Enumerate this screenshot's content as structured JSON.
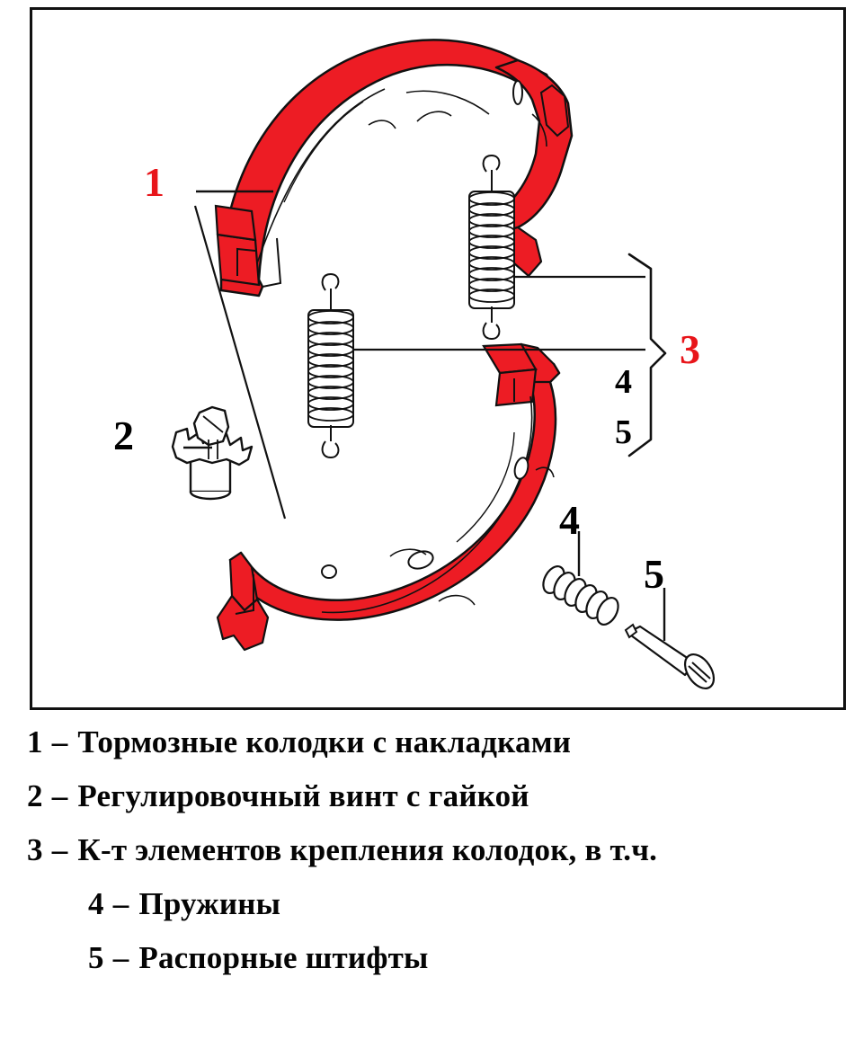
{
  "figure": {
    "title_alt": "Exploded view of drum brake shoe kit",
    "frame_border_color": "#111111",
    "part_fill_color": "#ed1c24",
    "outline_color": "#111111",
    "callouts": [
      {
        "id": "1",
        "label": "1",
        "color": "#e8151a",
        "points_to": "brake-shoes"
      },
      {
        "id": "2",
        "label": "2",
        "color": "#000000",
        "points_to": "adjuster-screw"
      },
      {
        "id": "3",
        "label": "3",
        "color": "#e8151a",
        "points_to": "mounting-kit-brace"
      },
      {
        "id": "4-brace",
        "label": "4",
        "color": "#000000",
        "points_to": "springs-in-kit"
      },
      {
        "id": "5-brace",
        "label": "5",
        "color": "#000000",
        "points_to": "pins-in-kit"
      },
      {
        "id": "4",
        "label": "4",
        "color": "#000000",
        "points_to": "small-spring"
      },
      {
        "id": "5",
        "label": "5",
        "color": "#000000",
        "points_to": "spreader-pin"
      }
    ],
    "parts": [
      {
        "name": "upper-brake-shoe",
        "color": "#ed1c24"
      },
      {
        "name": "lower-brake-shoe",
        "color": "#ed1c24"
      },
      {
        "name": "adjuster-screw-nut",
        "color": "#ffffff"
      },
      {
        "name": "long-spring-left",
        "color": "#ffffff"
      },
      {
        "name": "long-spring-right",
        "color": "#ffffff"
      },
      {
        "name": "small-coil-spring",
        "color": "#ffffff"
      },
      {
        "name": "spreader-pin",
        "color": "#ffffff"
      }
    ]
  },
  "legend": {
    "items": [
      {
        "num": "1",
        "dash": "–",
        "text": "Тормозные колодки с накладками",
        "level": 0
      },
      {
        "num": "2",
        "dash": "–",
        "text": "Регулировочный винт с гайкой",
        "level": 0
      },
      {
        "num": "3",
        "dash": "–",
        "text": "К-т элементов крепления колодок, в т.ч.",
        "level": 0
      },
      {
        "num": "4",
        "dash": "–",
        "text": "Пружины",
        "level": 1
      },
      {
        "num": "5",
        "dash": "–",
        "text": "Распорные штифты",
        "level": 1
      }
    ]
  }
}
